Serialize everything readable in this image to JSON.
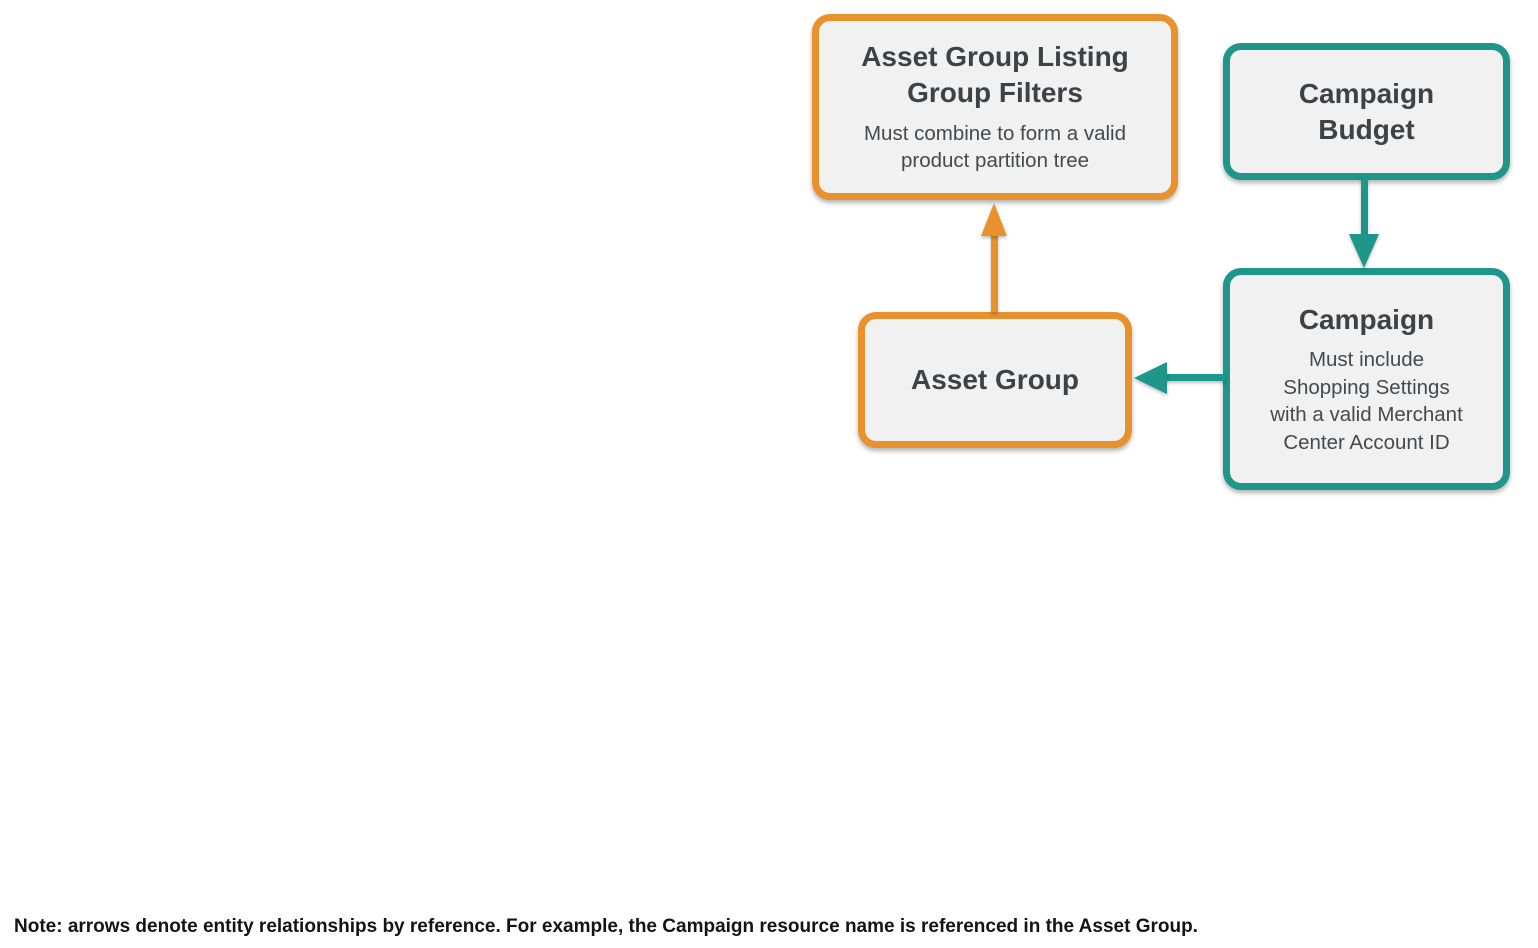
{
  "colors": {
    "orange": "#E8912D",
    "teal": "#1E9689",
    "box-fill": "#F1F1F1",
    "title-text": "#3F4245",
    "body-text": "#46494C",
    "note-text": "#141414"
  },
  "nodes": [
    {
      "id": "asset-group-listing-group-filters",
      "title": "Asset Group Listing\nGroup Filters",
      "subtitle": "Must combine to form a valid\nproduct partition tree",
      "accent": "orange"
    },
    {
      "id": "campaign-budget",
      "title": "Campaign\nBudget",
      "subtitle": "",
      "accent": "teal"
    },
    {
      "id": "asset-group",
      "title": "Asset Group",
      "subtitle": "",
      "accent": "orange"
    },
    {
      "id": "campaign",
      "title": "Campaign",
      "subtitle": "Must include\nShopping Settings\nwith a valid Merchant\nCenter Account ID",
      "accent": "teal"
    }
  ],
  "edges": [
    {
      "from": "Asset Group",
      "to": "Asset Group Listing Group Filters",
      "color": "orange"
    },
    {
      "from": "Campaign Budget",
      "to": "Campaign",
      "color": "teal"
    },
    {
      "from": "Campaign",
      "to": "Asset Group",
      "color": "teal"
    }
  ],
  "note": "Note: arrows denote entity relationships by reference. For example, the Campaign resource name is referenced in the Asset Group."
}
